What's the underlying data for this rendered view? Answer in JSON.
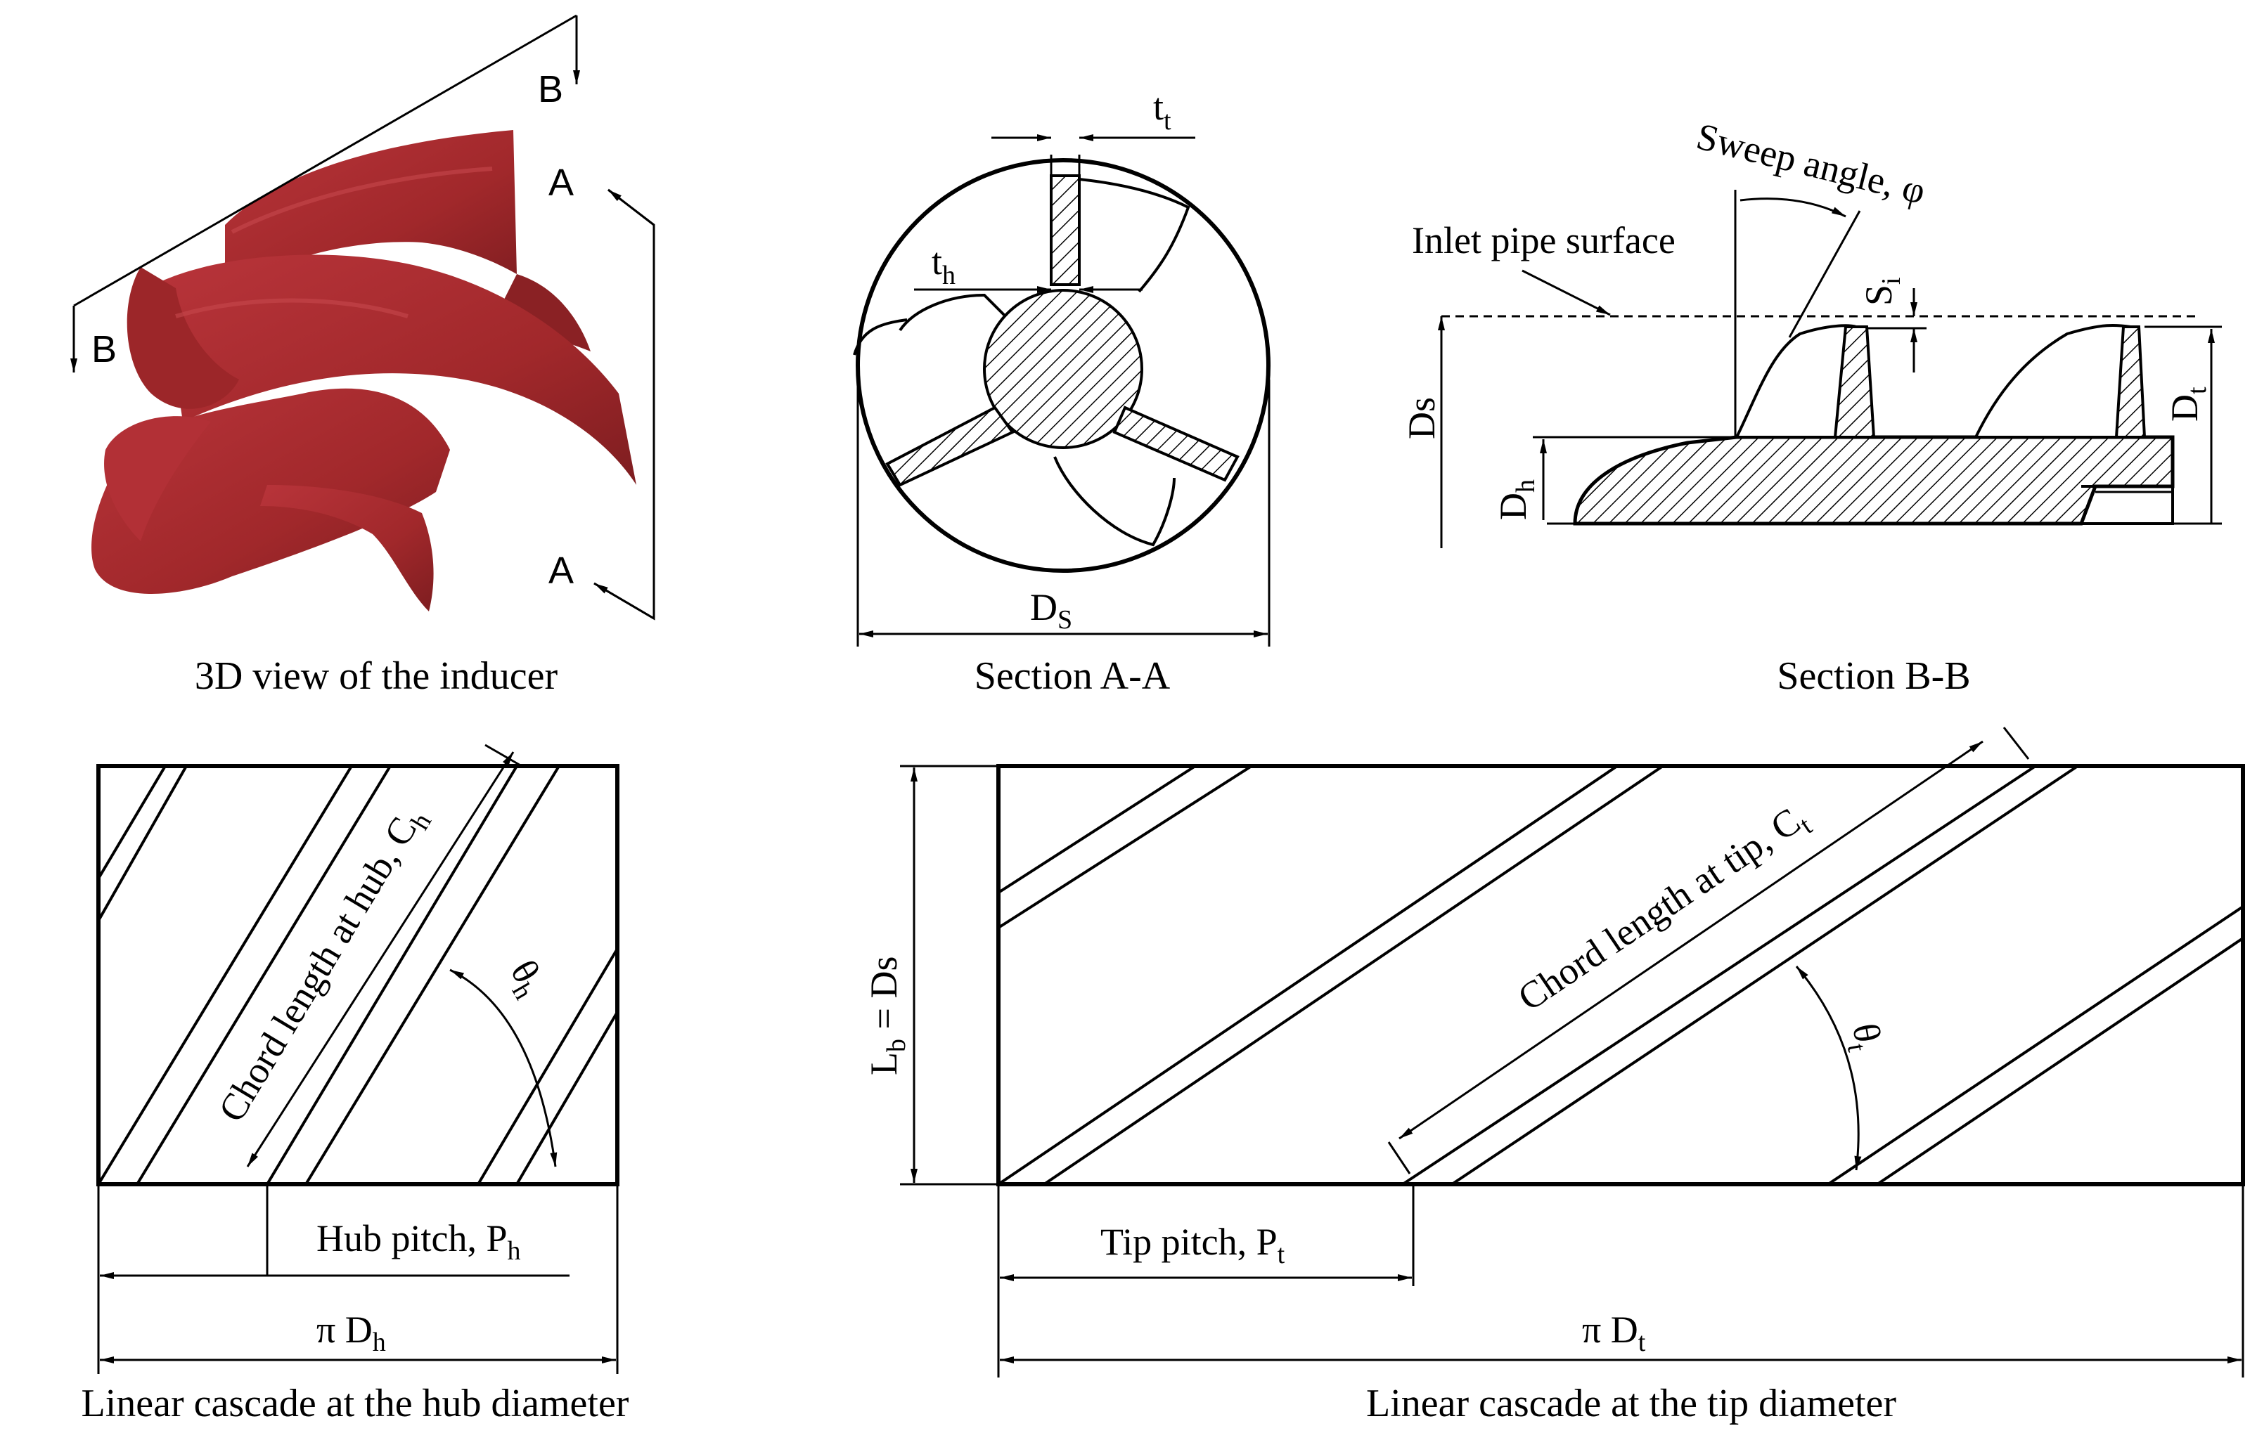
{
  "captions": {
    "view3d": "3D view of the inducer",
    "section_aa": "Section A-A",
    "section_bb": "Section B-B",
    "hub_cascade": "Linear cascade at the hub diameter",
    "tip_cascade": "Linear cascade at the tip diameter"
  },
  "view3d": {
    "cut_a": "A",
    "cut_b": "B",
    "color": "#a1282b"
  },
  "section_aa": {
    "tip_thickness": "t",
    "tip_thickness_sub": "t",
    "hub_thickness": "t",
    "hub_thickness_sub": "h",
    "shroud_diameter": "D",
    "shroud_diameter_sub": "S"
  },
  "section_bb": {
    "sweep_angle": "Sweep angle, φ",
    "inlet_pipe": "Inlet pipe surface",
    "tip_clearance": "S",
    "tip_clearance_sub": "i",
    "shroud_diameter": "Ds",
    "hub_diameter": "D",
    "hub_diameter_sub": "h",
    "tip_diameter": "D",
    "tip_diameter_sub": "t"
  },
  "hub_cascade": {
    "chord": "Chord length at hub, C",
    "chord_sub": "h",
    "angle": "θ",
    "angle_sub": "h",
    "pitch": "Hub pitch, P",
    "pitch_sub": "h",
    "circumference": "π D",
    "circumference_sub": "h"
  },
  "tip_cascade": {
    "chord": "Chord length at tip, C",
    "chord_sub": "t",
    "angle": "θ",
    "angle_sub": "t",
    "pitch": "Tip pitch, P",
    "pitch_sub": "t",
    "circumference": "π D",
    "circumference_sub": "t",
    "length": "L",
    "length_sub": "b",
    "length_eq": " = Ds"
  }
}
